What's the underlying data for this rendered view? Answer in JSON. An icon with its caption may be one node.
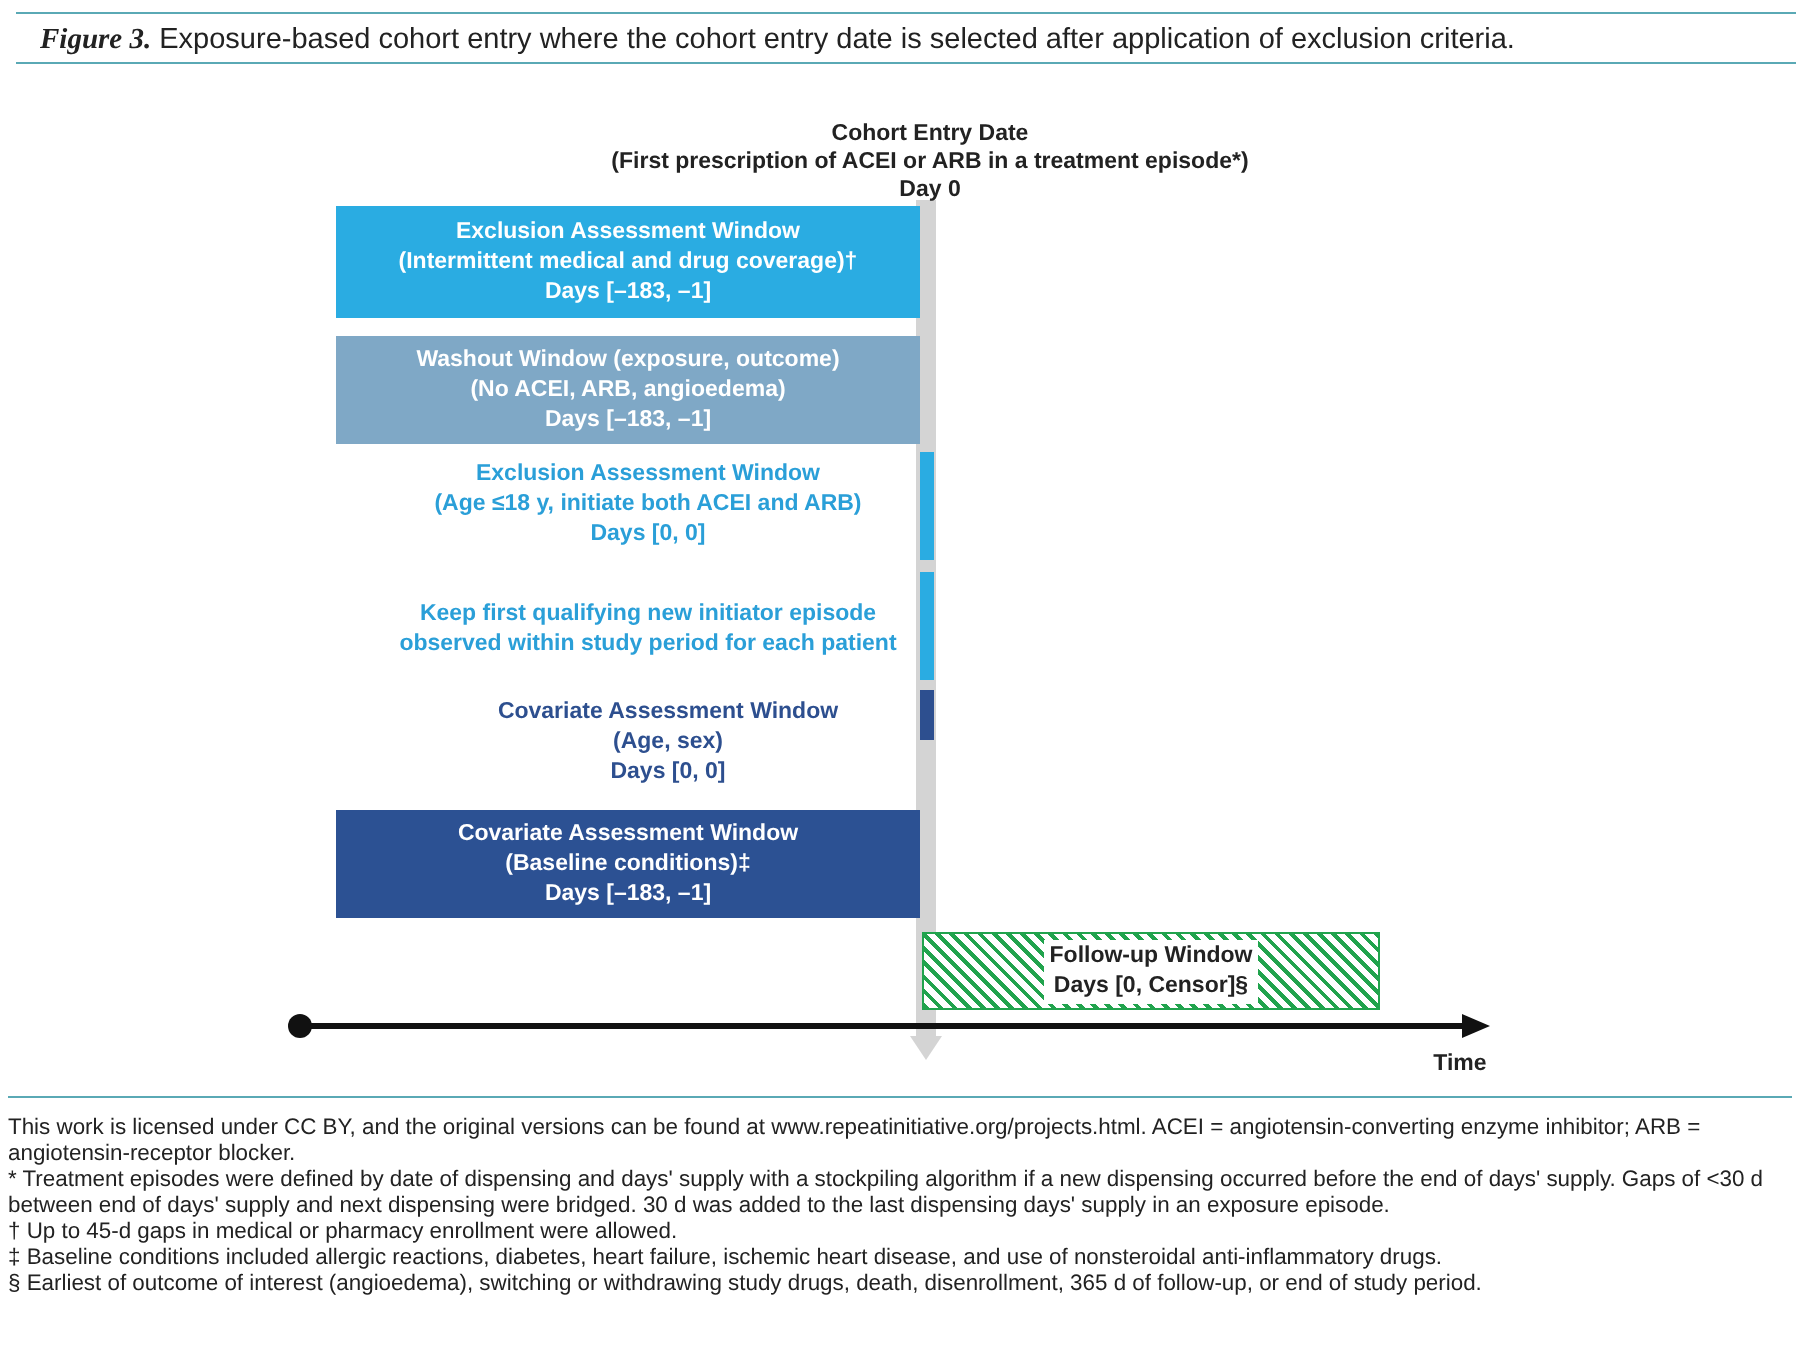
{
  "diagram": {
    "title": "*Figure 3.* Exposure-based cohort entry where the cohort entry date is selected after application of exclusion criteria.",
    "caption": "This work is licensed under CC BY, and the original versions can be found at www.repeatinitiative.org/projects.html. ACEI = angiotensin-converting enzyme inhibitor; ARB = angiotensin-receptor blocker.",
    "nodes": [
      {
        "text": [
          "Exclusion Assessment Window",
          "(Intermittent medical and drug coverage)†",
          "Days [–183, –1]"
        ]
      },
      {
        "text": [
          "Washout Window (exposure, outcome)",
          "(No ACEI, ARB, angioedema)",
          "Days [–183, –1]"
        ]
      },
      {
        "text": [
          "Exclusion Assessment Window",
          "(Age ≤18 y, initiate both ACEI and ARB)",
          "Days [0, 0]"
        ]
      },
      {
        "text": [
          "Keep first qualifying new initiator episode observed within study period for each patient"
        ]
      },
      {
        "text": [
          "Covariate Assessment Window",
          "(Age, sex)",
          "Days [0, 0]"
        ]
      },
      {
        "text": [
          "Covariate Assessment Window",
          "(Baseline conditions)‡",
          "Days [–183, –1]"
        ]
      },
      {
        "text": [
          "Follow-up Window",
          "Days [0, Censor]§"
        ]
      }
    ],
    "labels": [
      "Cohort Entry Date",
      "(First prescription of ACEI or ARB in a treatment episode*)",
      "Day 0",
      "Time",
      "* Treatment episodes were defined by date of dispensing and days' supply with a stockpiling algorithm if a new dispensing occurred before the end of days' supply. Gaps of <30 d between end of days' supply and next dispensing were bridged. 30 d was added to the last dispensing days' supply in an exposure episode.",
      "† Up to 45-d gaps in medical or pharmacy enrollment were allowed.",
      "‡ Baseline conditions included allergic reactions, diabetes, heart failure, ischemic heart disease, and use of nonsteroidal anti-inflammatory drugs.",
      "§ Earliest of outcome of interest (angioedema), switching or withdrawing study drugs, death, disenrollment, 365 d of follow-up, or end of study period."
    ]
  }
}
